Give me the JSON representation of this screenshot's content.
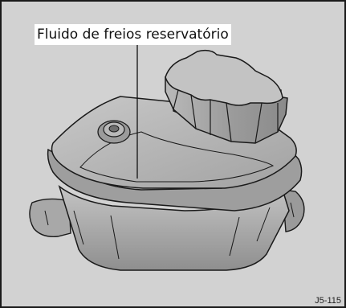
{
  "figure": {
    "callout_label": "Fluido de freios reservatório",
    "figure_code": "J5-115"
  },
  "colors": {
    "background": "#d2d2d2",
    "border": "#1a1a1a",
    "line": "#1a1a1a",
    "body_fill": "#b3b3b3",
    "cap_fill": "#a9a9a9"
  },
  "icons": [
    "brake-fluid-reservoir-illustration"
  ]
}
